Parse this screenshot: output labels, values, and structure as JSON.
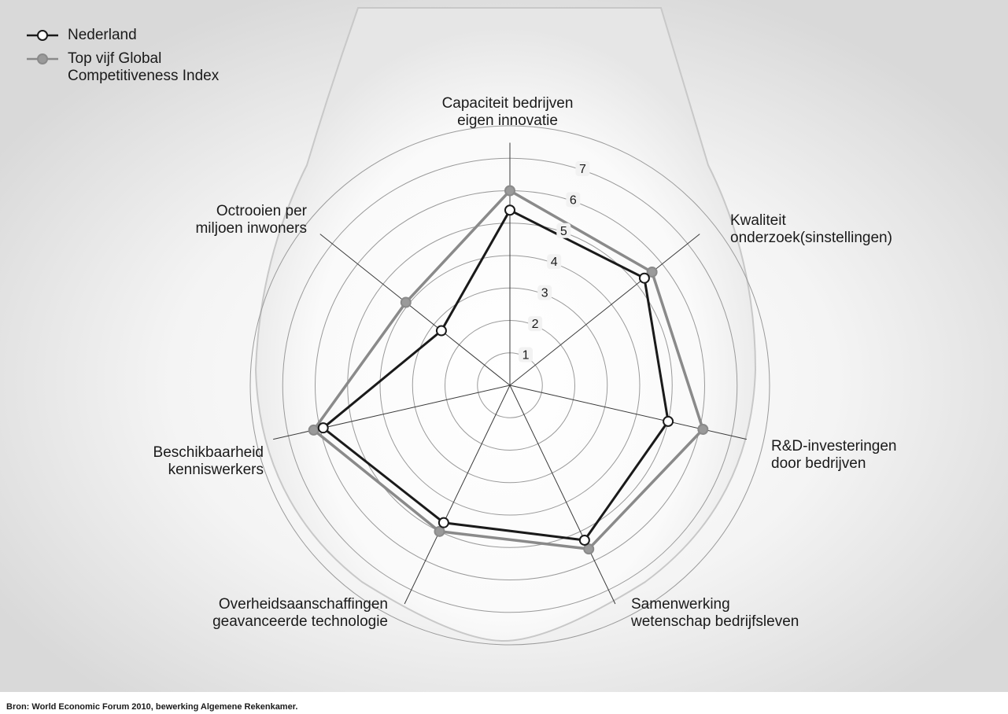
{
  "chart_data": {
    "type": "radar",
    "axes": [
      [
        "Capaciteit bedrijven",
        "eigen innovatie"
      ],
      [
        "Kwaliteit",
        "onderzoek(sinstellingen)"
      ],
      [
        "R&D-investeringen",
        "door bedrijven"
      ],
      [
        "Samenwerking",
        "wetenschap bedrijfsleven"
      ],
      [
        "Overheidsaanschaffingen",
        "geavanceerde technologie"
      ],
      [
        "Beschikbaarheid",
        "kenniswerkers"
      ],
      [
        "Octrooien per",
        "miljoen inwoners"
      ]
    ],
    "rmax": 8,
    "ticks": [
      "1",
      "2",
      "3",
      "4",
      "5",
      "6",
      "7"
    ],
    "series": [
      {
        "name": [
          "Nederland"
        ],
        "values": [
          5.4,
          5.3,
          5.0,
          5.3,
          4.7,
          5.9,
          2.7
        ],
        "color": "#1a1a1a",
        "marker_fill": "#ffffff"
      },
      {
        "name": [
          "Top vijf Global",
          "Competitiveness Index"
        ],
        "values": [
          6.0,
          5.6,
          6.1,
          5.6,
          5.0,
          6.2,
          4.1
        ],
        "color": "#8a8a8a",
        "marker_fill": "#9a9a9a"
      }
    ]
  },
  "source": "Bron: World Economic Forum 2010, bewerking Algemene Rekenkamer."
}
